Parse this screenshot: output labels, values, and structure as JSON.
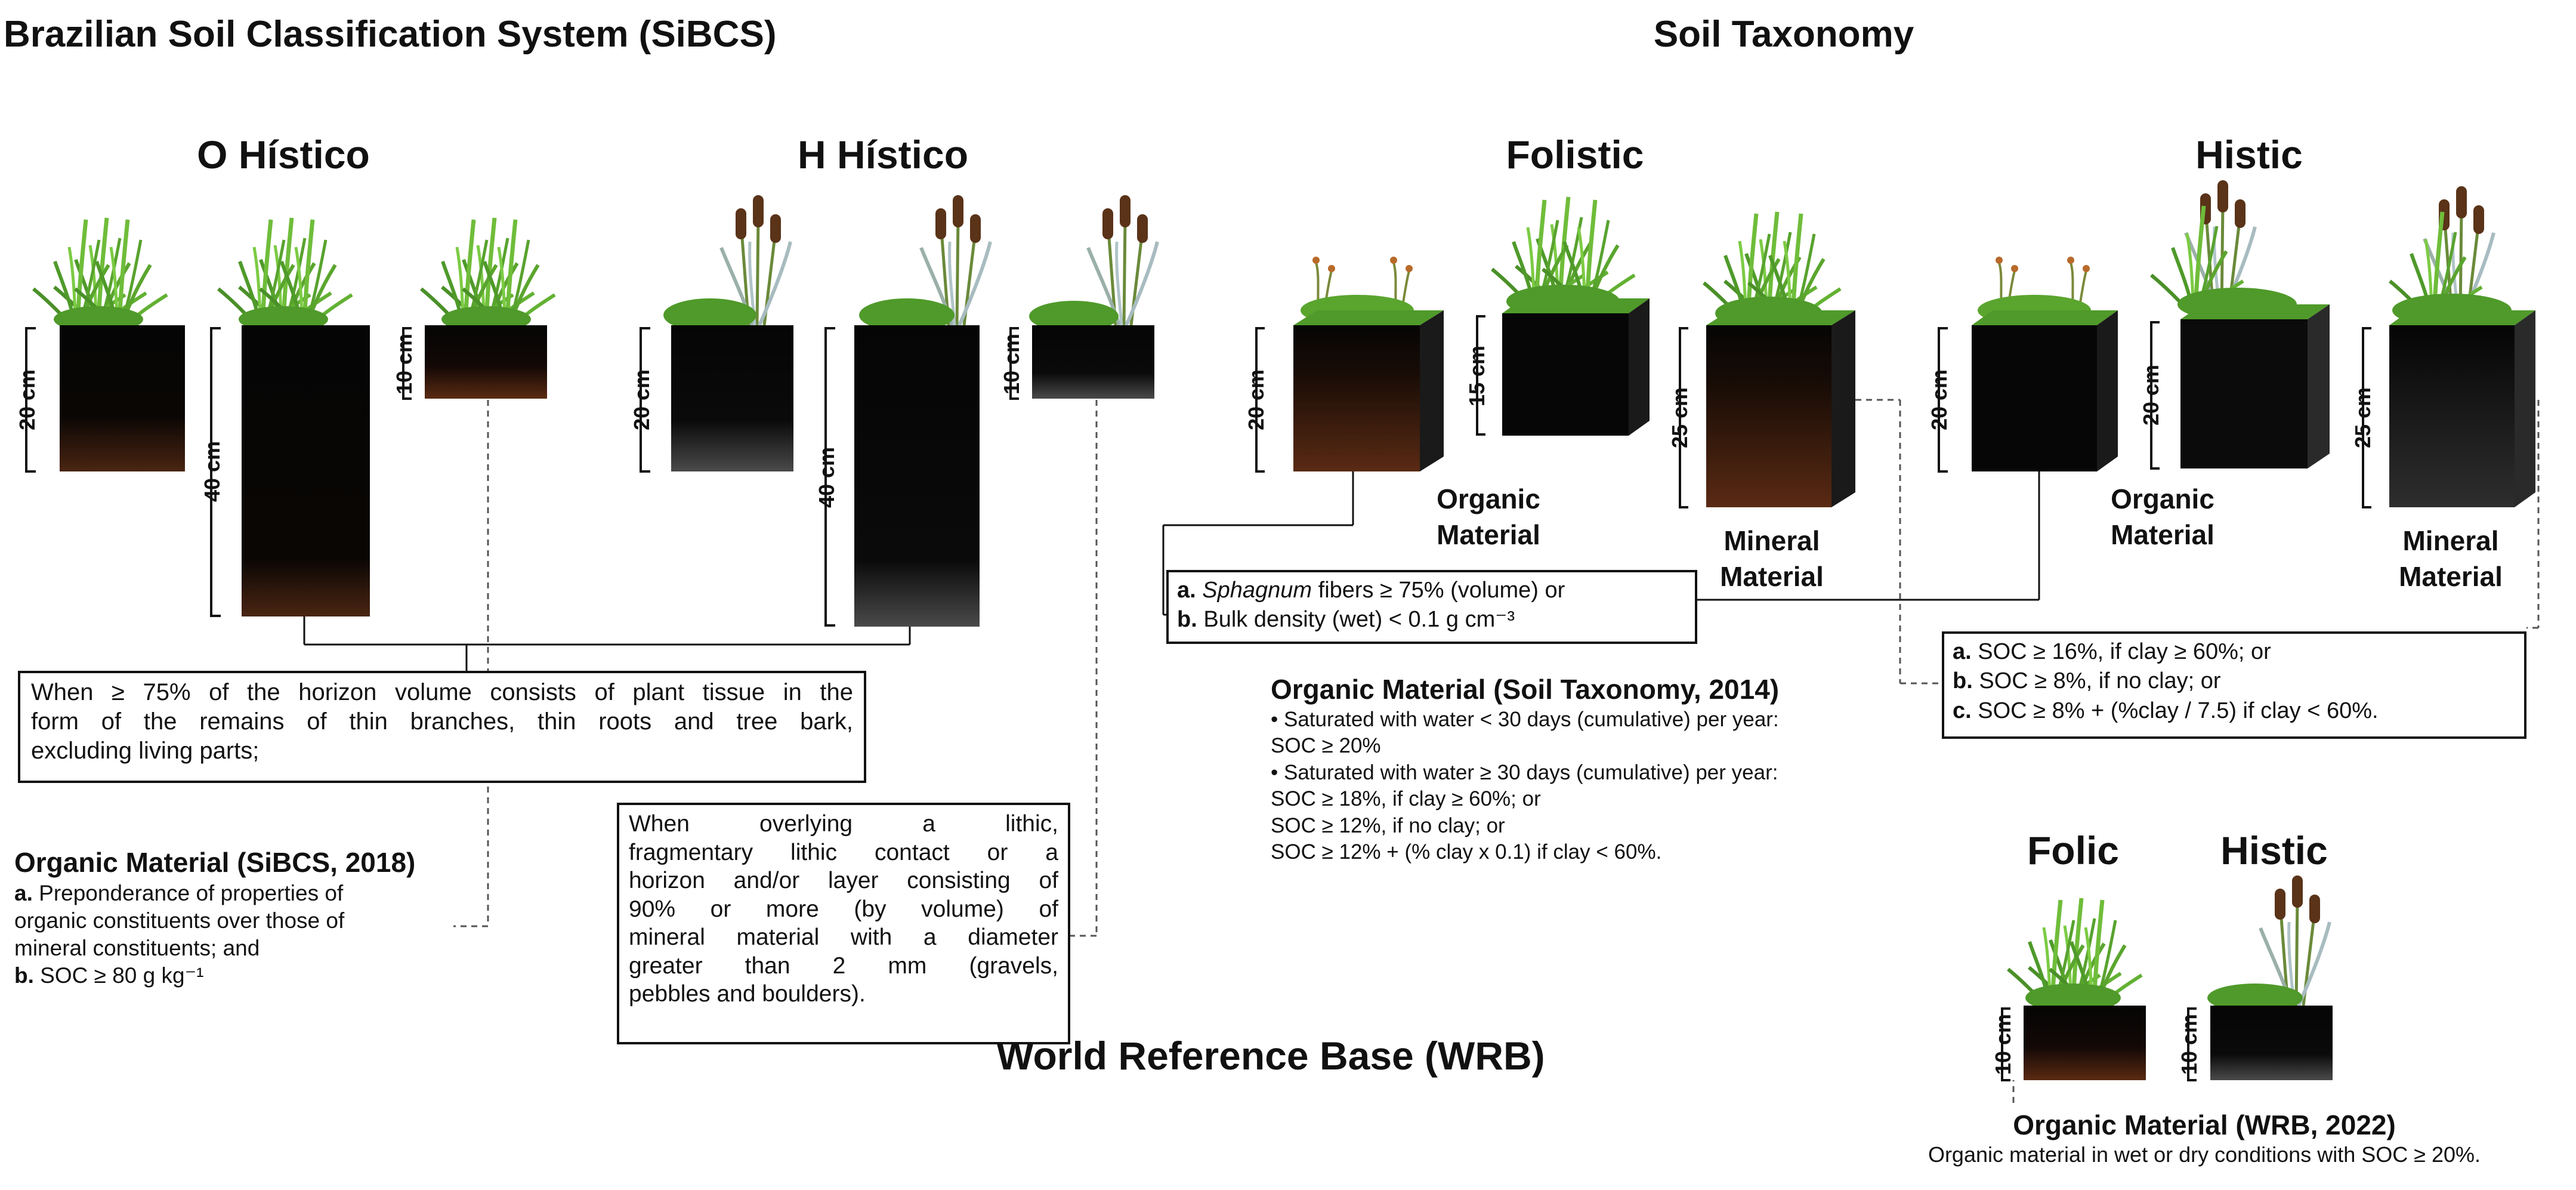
{
  "headings": {
    "sibcs": "Brazilian Soil Classification System (SiBCS)",
    "soil_taxonomy": "Soil Taxonomy",
    "wrb": "World Reference Base (WRB)"
  },
  "horizons": {
    "o_histico": "O Hístico",
    "h_histico": "H Hístico",
    "folistic": "Folistic",
    "histic": "Histic",
    "folic": "Folic",
    "histic_wrb": "Histic"
  },
  "depths": {
    "d20": "20 cm",
    "d40": "40 cm",
    "d10": "10 cm",
    "d15": "15 cm",
    "d25": "25 cm"
  },
  "material_labels": {
    "organic_1": "Organic",
    "organic_2": "Material",
    "mineral_1": "Mineral",
    "mineral_2": "Material"
  },
  "sibcs_box": {
    "lines": [
      "When ≥ 75% of the horizon volume consists of plant tissue in the",
      "form of the remains of thin branches, thin roots and tree bark,",
      "excluding living parts;"
    ]
  },
  "lithic_box": {
    "lines": [
      "When overlying a lithic,",
      "fragmentary lithic contact or a",
      "horizon and/or layer consisting of",
      "90% or more (by volume) of",
      "mineral material with a diameter",
      "greater than 2 mm (gravels,",
      "pebbles and boulders)."
    ]
  },
  "sibcs_organic": {
    "title": "Organic Material (SiBCS, 2018)",
    "a_label": "a.",
    "a_lines": [
      "Preponderance of properties of",
      "organic constituents over those of",
      "mineral constituents; and"
    ],
    "b_label": "b.",
    "b_text": "SOC ≥ 80 g kg⁻¹"
  },
  "sphagnum_box": {
    "a_label": "a.",
    "a_italic": "Sphagnum",
    "a_rest": " fibers ≥ 75% (volume) or",
    "b_label": "b.",
    "b_text": "Bulk density (wet) < 0.1 g cm⁻³"
  },
  "soc_box": {
    "a_label": "a.",
    "a_text": "SOC ≥ 16%, if clay ≥ 60%; or",
    "b_label": "b.",
    "b_text": "SOC ≥ 8%, if no clay; or",
    "c_label": "c.",
    "c_text": "SOC ≥ 8% + (%clay / 7.5) if clay < 60%."
  },
  "st_organic": {
    "title": "Organic Material (Soil Taxonomy, 2014)",
    "lines": [
      "•  Saturated with water < 30 days (cumulative) per year:",
      "SOC ≥ 20%",
      "•  Saturated with water ≥ 30 days (cumulative) per year:",
      "SOC ≥ 18%, if clay ≥ 60%; or",
      "SOC ≥ 12%, if no clay; or",
      "SOC ≥ 12% + (% clay x 0.1) if clay < 60%."
    ]
  },
  "wrb_organic": {
    "title": "Organic Material (WRB, 2022)",
    "text": "Organic material in wet or dry conditions with SOC ≥ 20%."
  },
  "colors": {
    "soil_top": "#050505",
    "soil_brown": "#4a2512",
    "soil_gray": "#3a3a3a",
    "grass": "#5aa52e",
    "moss": "#4f9a2a",
    "cattail": "#5a3318"
  }
}
